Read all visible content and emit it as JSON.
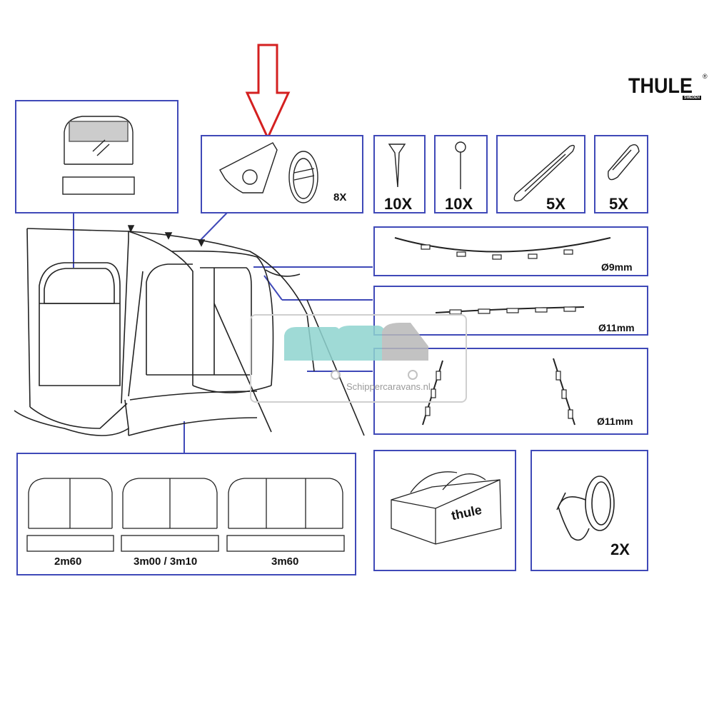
{
  "brand": {
    "logo_text": "THULE",
    "logo_sub": "SWEDEN",
    "registered": "®"
  },
  "parts": {
    "door_qty": "8X",
    "peg_qty": "10X",
    "hook_peg_qty": "10X",
    "strap_qty": "5X",
    "clip_qty": "5X",
    "pole1_size": "Ø9mm",
    "pole2_size": "Ø11mm",
    "pole3_size": "Ø11mm",
    "rope_qty": "2X",
    "bag_brand": "thule"
  },
  "panels": {
    "size_1": "2m60",
    "size_2": "3m00 / 3m10",
    "size_3": "3m60"
  },
  "watermark": {
    "text": "Schippercaravans.nl"
  },
  "colors": {
    "frame": "#3f49b8",
    "arrow": "#d42020",
    "line": "#222222",
    "watermark_teal": "#8fd4d0",
    "watermark_grey": "#b8b8b8"
  }
}
